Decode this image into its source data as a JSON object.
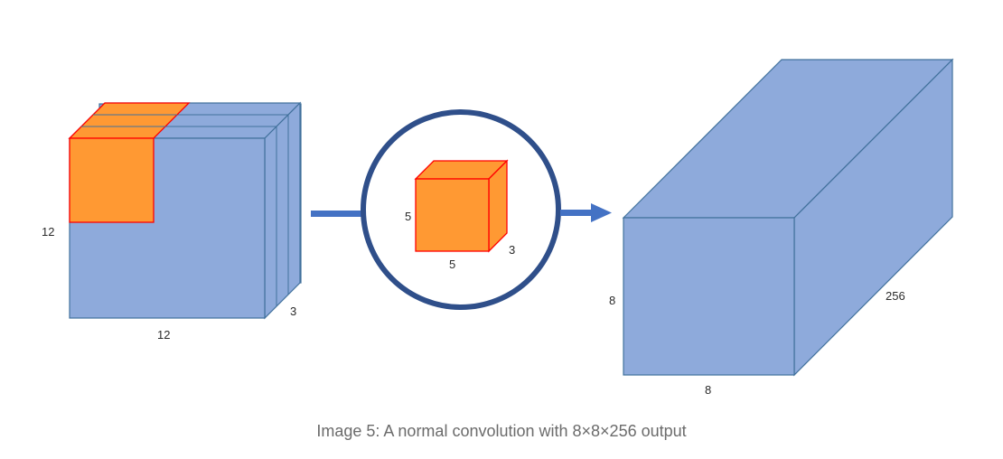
{
  "colors": {
    "block_fill": "#8eaadb",
    "block_stroke": "#41719c",
    "kernel_fill": "#ff9933",
    "kernel_stroke": "#ff0000",
    "arrow": "#4472c4",
    "circle_stroke": "#2f4f8a"
  },
  "input_volume": {
    "height_label": "12",
    "width_label": "12",
    "depth_label": "3"
  },
  "kernel": {
    "height_label": "5",
    "width_label": "5",
    "depth_label": "3"
  },
  "output_volume": {
    "height_label": "8",
    "width_label": "8",
    "depth_label": "256"
  },
  "caption": "Image 5: A normal convolution with 8×8×256 output"
}
